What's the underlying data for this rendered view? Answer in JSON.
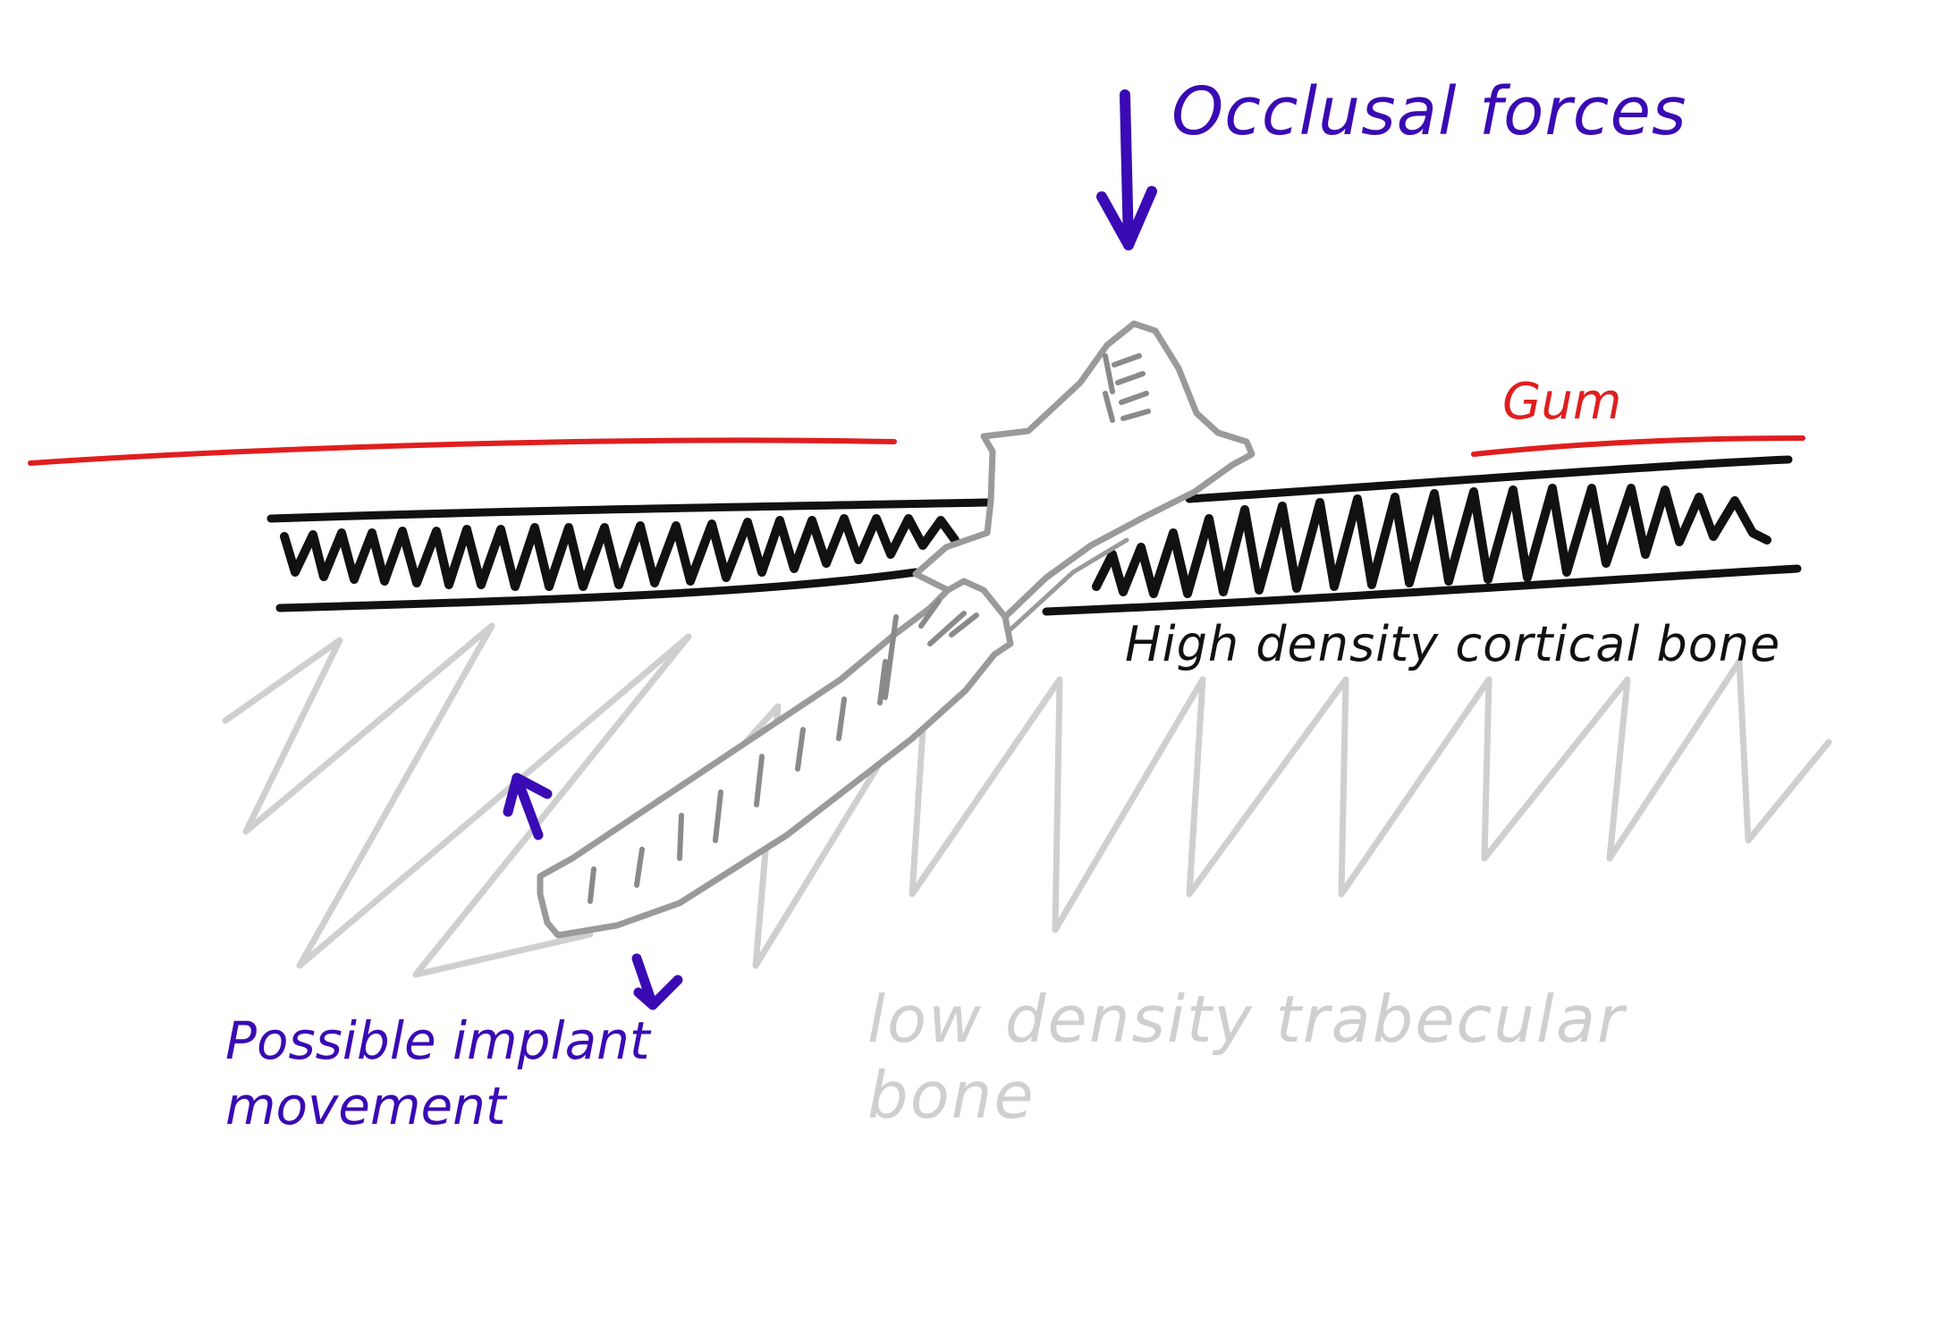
{
  "labels": {
    "occlusal_forces": "Occlusal forces",
    "gum": "Gum",
    "cortical_bone": "High density cortical bone",
    "trabecular_bone_line1": "low density trabecular",
    "trabecular_bone_line2": "bone",
    "movement_line1": "Possible implant",
    "movement_line2": "movement"
  },
  "colors": {
    "force": "#3a0ab4",
    "gum": "#e01e1e",
    "cortical": "#111111",
    "trabecular": "#cfcfcf",
    "implant": "#9a9a9a"
  }
}
